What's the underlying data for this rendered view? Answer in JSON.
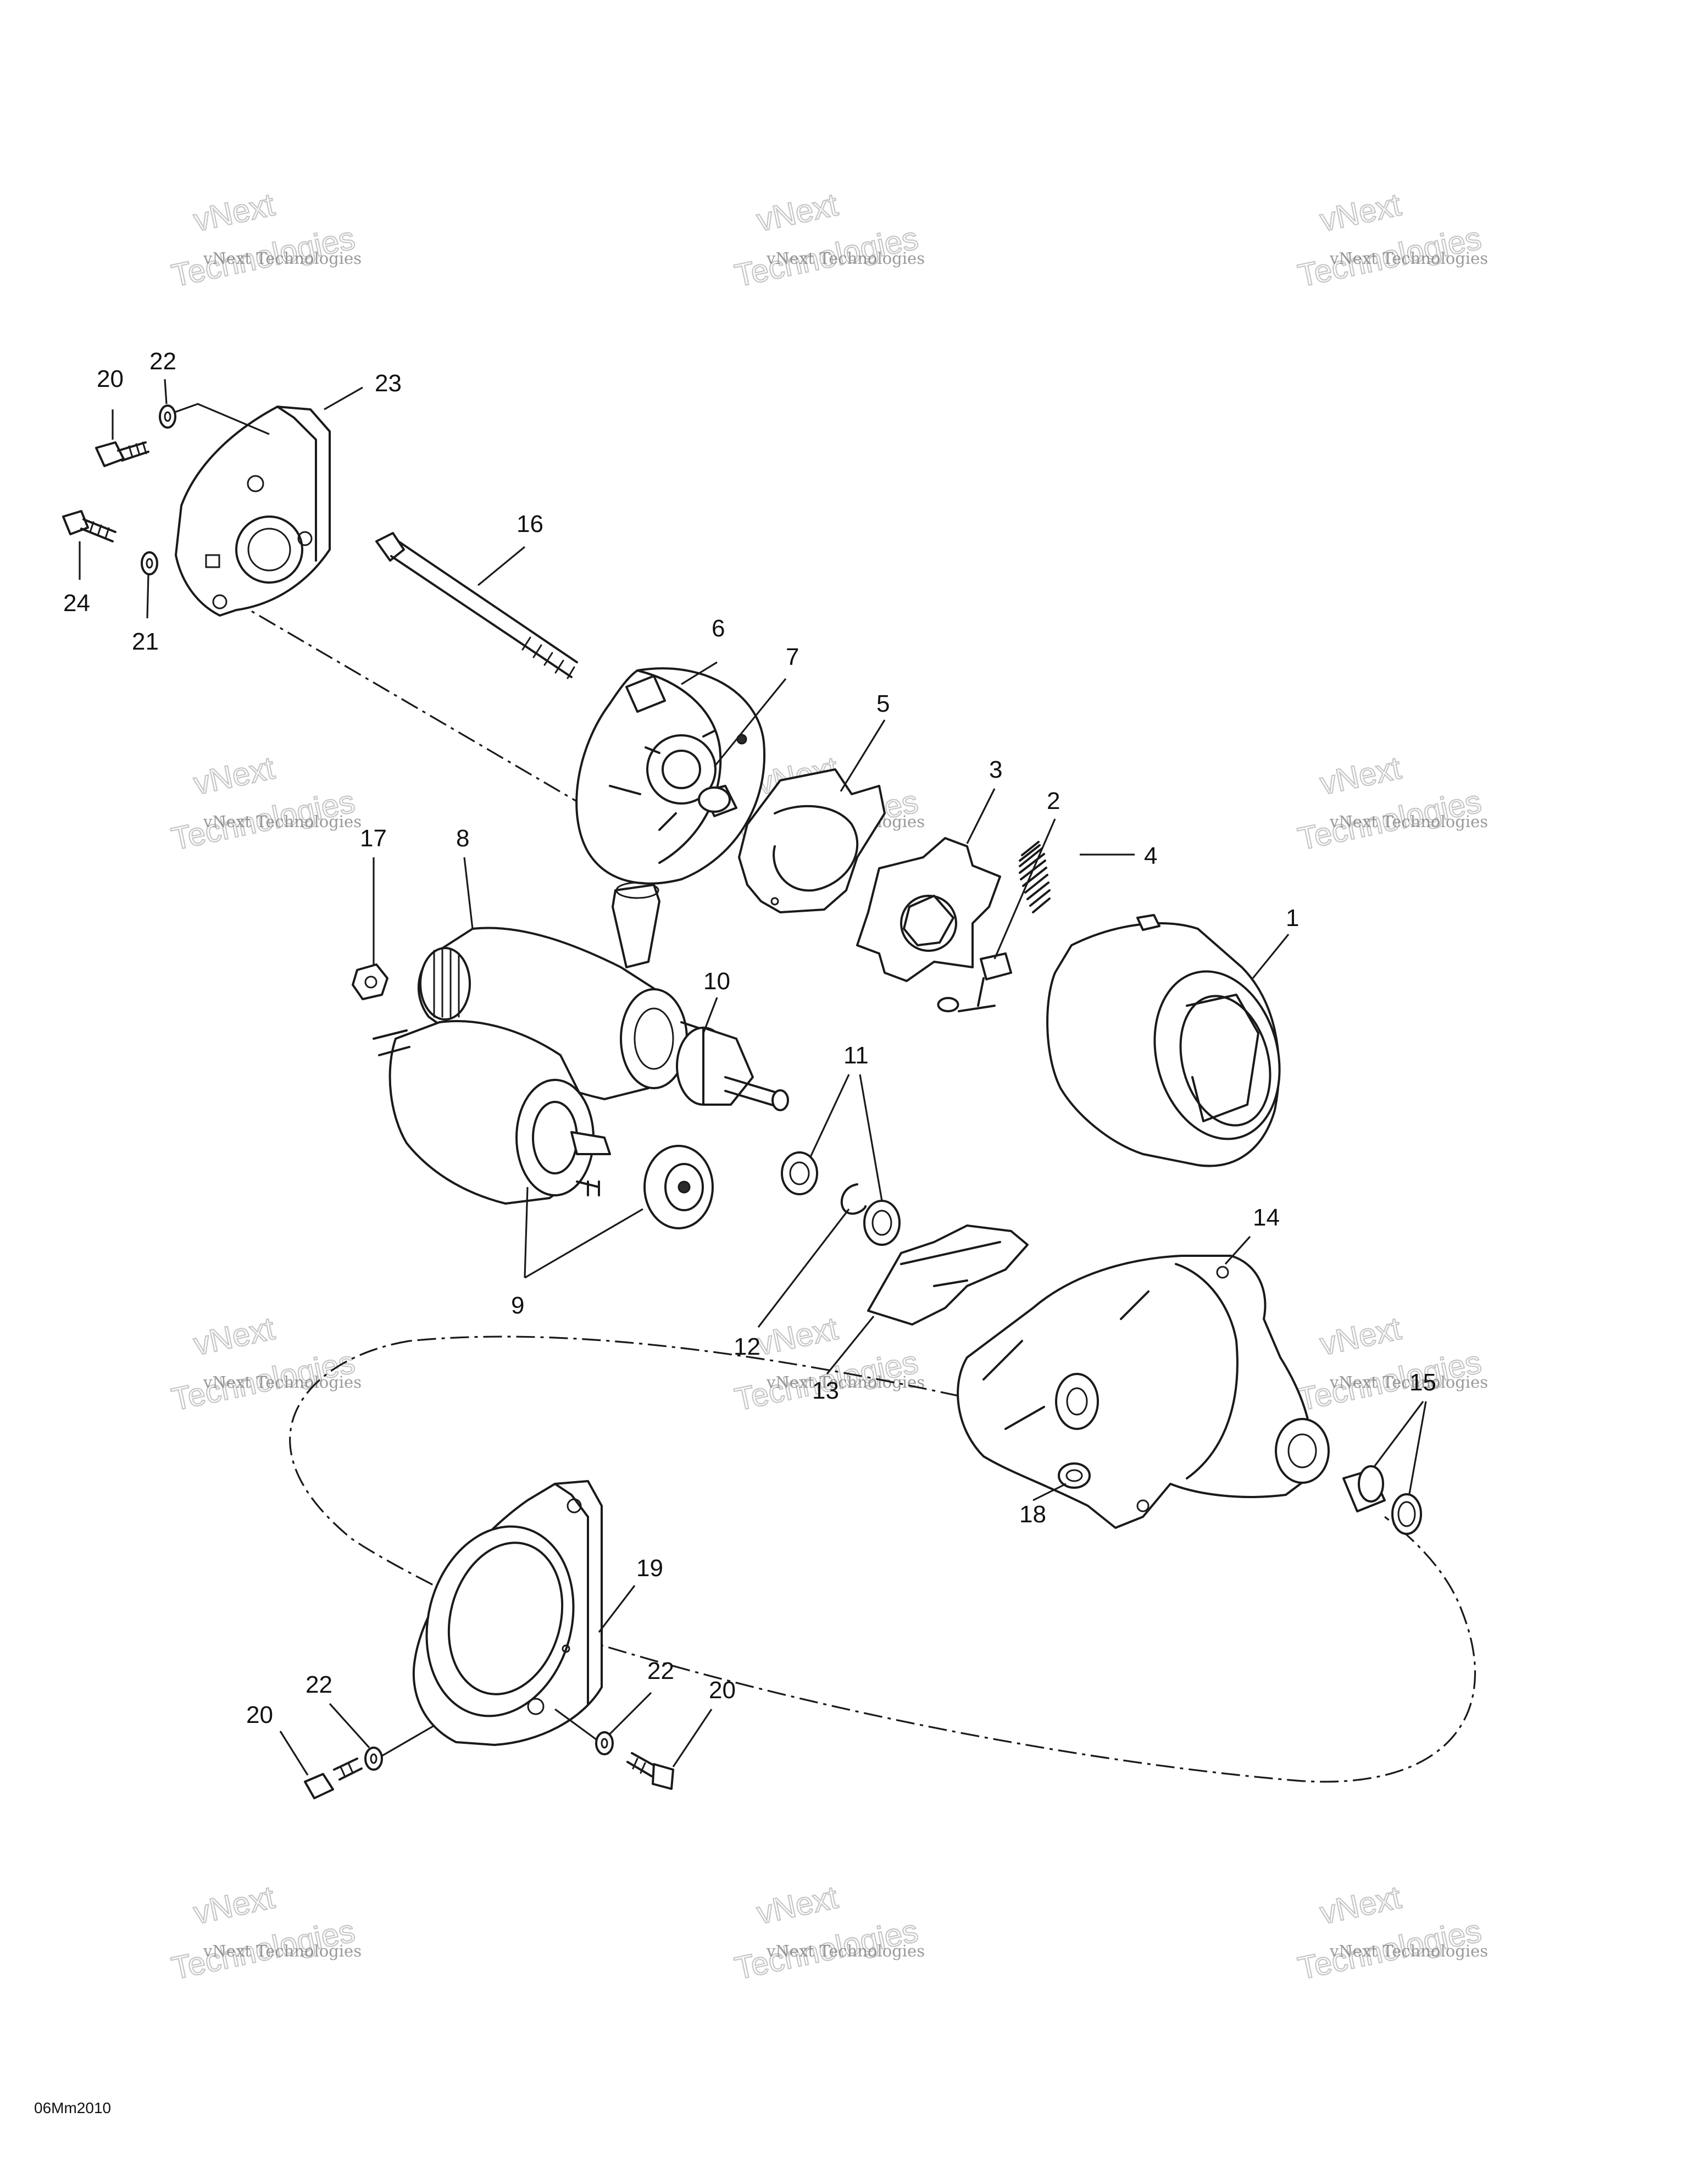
{
  "diagram_code": "06Mm2010",
  "watermark": {
    "small_text": "vNext Technologies",
    "big_line1": "vNext",
    "big_line2": "Technologies"
  },
  "callouts": {
    "c1": "1",
    "c2": "2",
    "c3": "3",
    "c4": "4",
    "c5": "5",
    "c6": "6",
    "c7": "7",
    "c8": "8",
    "c9": "9",
    "c10": "10",
    "c11": "11",
    "c12": "12",
    "c13": "13",
    "c14": "14",
    "c15": "15",
    "c16": "16",
    "c17": "17",
    "c18": "18",
    "c19": "19",
    "c20a": "20",
    "c20b": "20",
    "c20c": "20",
    "c21": "21",
    "c22a": "22",
    "c22b": "22",
    "c22c": "22",
    "c23": "23",
    "c24": "24"
  }
}
